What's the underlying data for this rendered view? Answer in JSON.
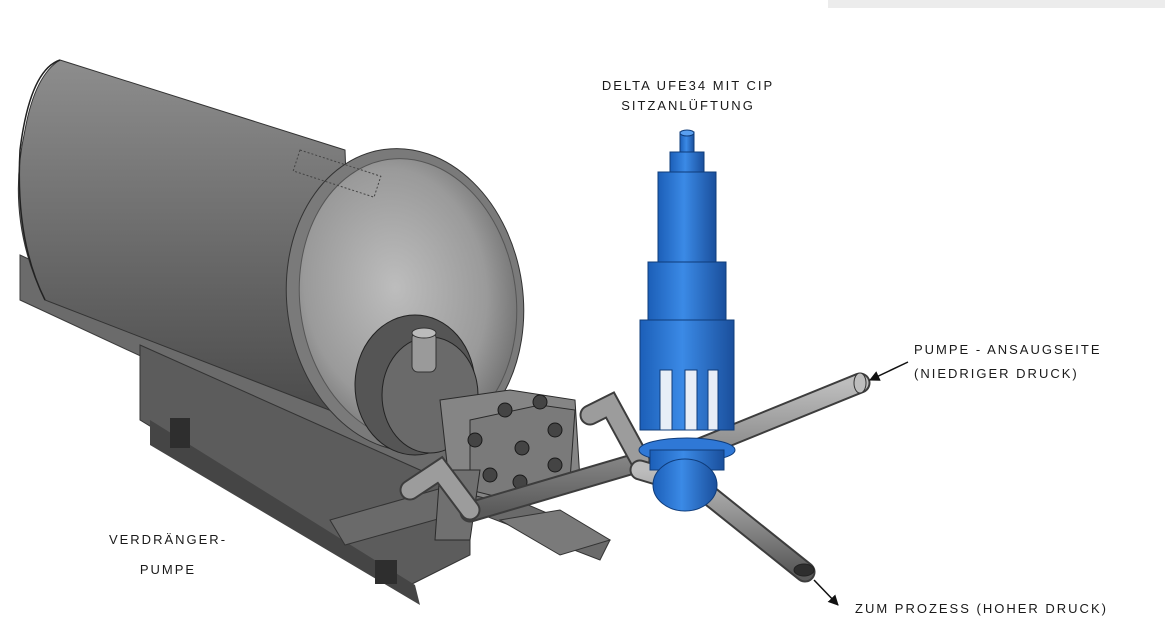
{
  "labels": {
    "valve": [
      "DELTA UFE34 MIT CIP",
      "SITZANLÜFTUNG"
    ],
    "suction": [
      "PUMPE - ANSAUGSEITE",
      "(NIEDRIGER DRUCK)"
    ],
    "pump": [
      "VERDRÄNGER-",
      "PUMPE"
    ],
    "process": "ZUM PROZESS (HOHER DRUCK)"
  },
  "colors": {
    "valve_blue": "#2f78d6",
    "steel": "#8a8a8a",
    "steel_dark": "#4f4f4f",
    "text": "#1a1a1a"
  }
}
